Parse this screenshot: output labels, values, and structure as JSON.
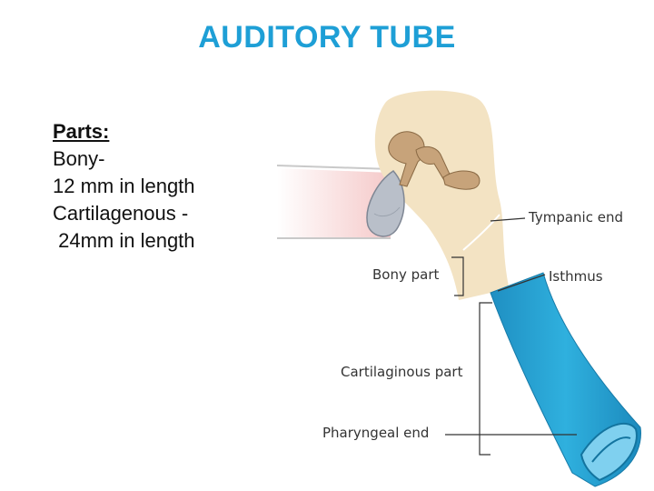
{
  "title": "AUDITORY TUBE",
  "colors": {
    "title": "#1e9fd6",
    "bone": "#f3e3c3",
    "tube": "#2aa3d4",
    "ossicle": "#c7a37a",
    "eardrum": "#b9bfc9"
  },
  "notes": {
    "heading": "Parts:",
    "lines": [
      "Bony-",
      "12 mm in length",
      "Cartilagenous -",
      " 24mm in length"
    ]
  },
  "diagram": {
    "labels": {
      "tympanic_end": "Tympanic end",
      "bony_part": "Bony part",
      "isthmus": "Isthmus",
      "cartilaginous_part": "Cartilaginous part",
      "pharyngeal_end": "Pharyngeal end"
    }
  }
}
